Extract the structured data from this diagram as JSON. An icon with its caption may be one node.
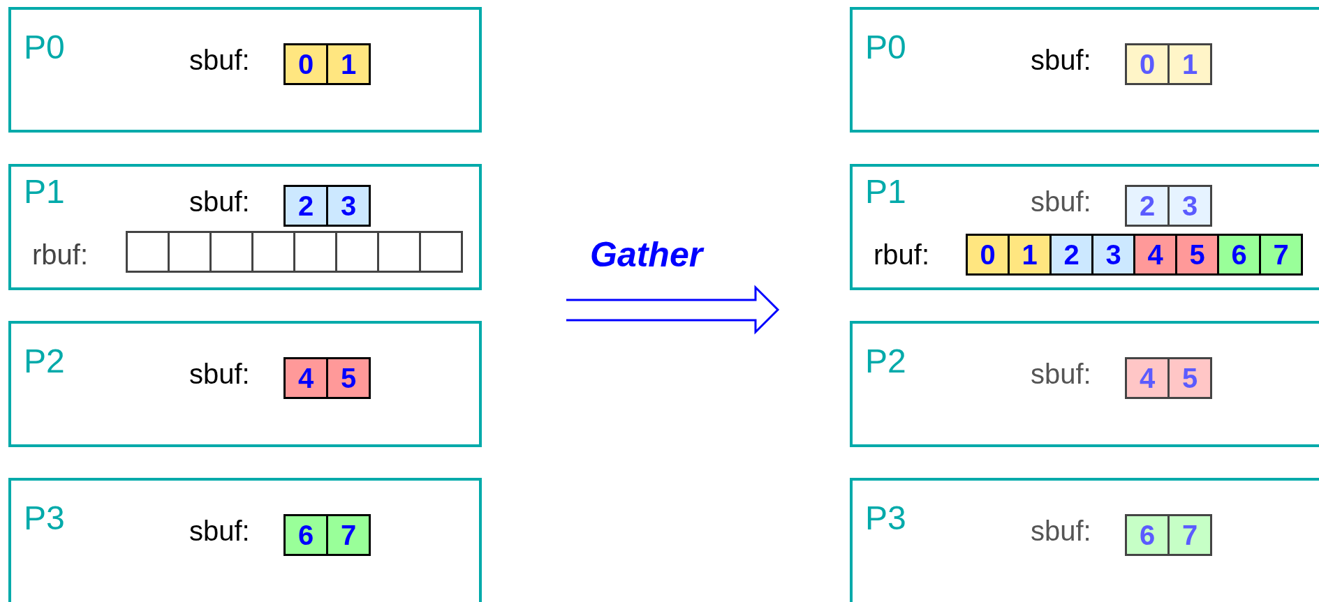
{
  "diagram": {
    "nodes": [
      {
        "text": [
          "P0",
          "sbuf:"
        ]
      },
      {
        "text": [
          "0"
        ],
        "in": 0
      },
      {
        "text": [
          "1"
        ],
        "in": 0
      },
      {
        "text": [
          "P1",
          "sbuf:",
          "rbuf:"
        ]
      },
      {
        "text": [
          "2"
        ],
        "in": 3
      },
      {
        "text": [
          "3"
        ],
        "in": 3
      },
      {
        "text": [],
        "shape": "box",
        "in": 3
      },
      {
        "text": [],
        "shape": "box",
        "in": 3
      },
      {
        "text": [],
        "shape": "box",
        "in": 3
      },
      {
        "text": [],
        "shape": "box",
        "in": 3
      },
      {
        "text": [],
        "shape": "box",
        "in": 3
      },
      {
        "text": [],
        "shape": "box",
        "in": 3
      },
      {
        "text": [],
        "shape": "box",
        "in": 3
      },
      {
        "text": [],
        "shape": "box",
        "in": 3
      },
      {
        "text": [
          "P2",
          "sbuf:"
        ]
      },
      {
        "text": [
          "4"
        ],
        "in": 14
      },
      {
        "text": [
          "5"
        ],
        "in": 14
      },
      {
        "text": [
          "P3",
          "sbuf:"
        ]
      },
      {
        "text": [
          "6"
        ],
        "in": 17
      },
      {
        "text": [
          "7"
        ],
        "in": 17
      },
      {
        "text": [
          "P0",
          "sbuf:"
        ]
      },
      {
        "text": [
          "0"
        ],
        "in": 20
      },
      {
        "text": [
          "1"
        ],
        "in": 20
      },
      {
        "text": [
          "P1",
          "sbuf:",
          "rbuf:"
        ]
      },
      {
        "text": [
          "2"
        ],
        "in": 23
      },
      {
        "text": [
          "3"
        ],
        "in": 23
      },
      {
        "text": [
          "0"
        ],
        "in": 23
      },
      {
        "text": [
          "1"
        ],
        "in": 23
      },
      {
        "text": [
          "2"
        ],
        "in": 23
      },
      {
        "text": [
          "3"
        ],
        "in": 23
      },
      {
        "text": [
          "4"
        ],
        "in": 23
      },
      {
        "text": [
          "5"
        ],
        "in": 23
      },
      {
        "text": [
          "6"
        ],
        "in": 23
      },
      {
        "text": [
          "7"
        ],
        "in": 23
      },
      {
        "text": [
          "P2",
          "sbuf:"
        ]
      },
      {
        "text": [
          "4"
        ],
        "in": 34
      },
      {
        "text": [
          "5"
        ],
        "in": 34
      },
      {
        "text": [
          "P3",
          "sbuf:"
        ]
      },
      {
        "text": [
          "6"
        ],
        "in": 37
      },
      {
        "text": [
          "7"
        ],
        "in": 37
      }
    ],
    "labels": [
      "Gather"
    ]
  }
}
